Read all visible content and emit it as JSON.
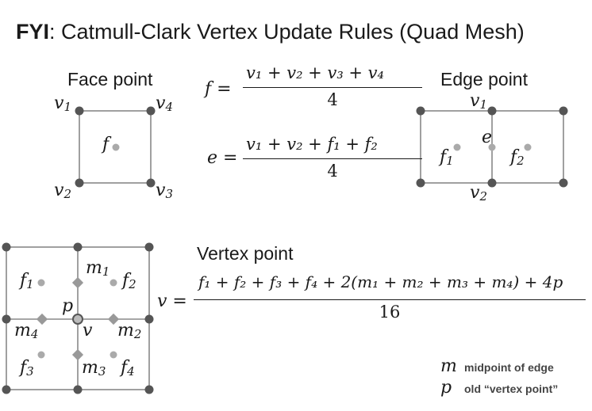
{
  "title": {
    "bold": "FYI",
    "rest": ": Catmull-Clark Vertex Update Rules (Quad Mesh)"
  },
  "face_panel": {
    "caption": "Face point",
    "labels": {
      "v1": "v",
      "v2": "v",
      "v3": "v",
      "v4": "v",
      "f": "f"
    }
  },
  "edge_panel": {
    "caption": "Edge point",
    "labels": {
      "v": "v",
      "e": "e",
      "f": "f"
    }
  },
  "vertex_panel": {
    "caption": "Vertex point",
    "labels": {
      "f": "f",
      "m": "m",
      "p": "p",
      "v": "v"
    }
  },
  "subscripts": [
    "1",
    "2",
    "3",
    "4"
  ],
  "formulas": {
    "face": {
      "lhs": "f =",
      "numerator": "v₁ + v₂ + v₃ + v₄",
      "denominator": "4"
    },
    "edge": {
      "lhs": "e =",
      "numerator": "v₁ + v₂ + f₁ + f₂",
      "denominator": "4"
    },
    "vertex": {
      "lhs": "v =",
      "numerator": "f₁ + f₂ + f₃ + f₄ + 2(m₁ + m₂ + m₃ + m₄) + 4p",
      "denominator": "16"
    }
  },
  "legend": [
    {
      "symbol": "m",
      "text": "midpoint of edge"
    },
    {
      "symbol": "p",
      "text": "old “vertex point”"
    }
  ],
  "colors": {
    "edge": "#888888",
    "vertex": "#555555",
    "face_point": "#aaaaaa",
    "midpoint": "#999999"
  }
}
